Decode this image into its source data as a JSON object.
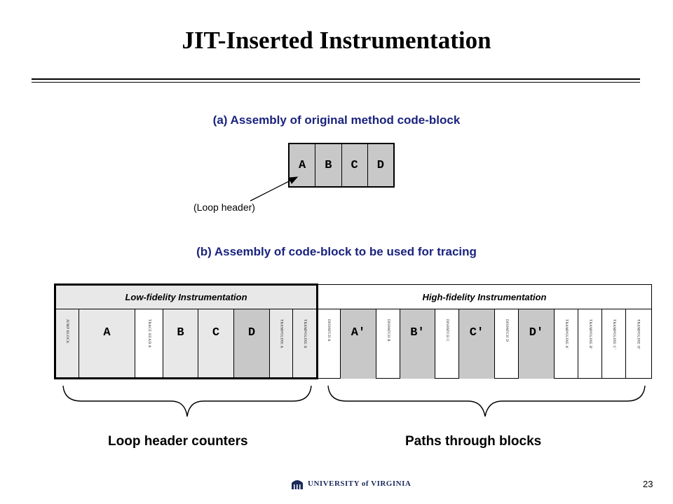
{
  "title": "JIT-Inserted  Instrumentation",
  "caption_a": "(a) Assembly of original method code-block",
  "caption_b": "(b) Assembly of code-block to be used for tracing",
  "original_blocks": [
    "A",
    "B",
    "C",
    "D"
  ],
  "loop_header_label": "(Loop header)",
  "low_fidelity_header": "Low-fidelity  Instrumentation",
  "high_fidelity_header": "High-fidelity  Instrumentation",
  "tracing_cells": [
    {
      "text": "JUMP BLOCK",
      "kind": "small"
    },
    {
      "text": "A",
      "kind": "big"
    },
    {
      "text": "TRACE HEAD A",
      "kind": "small"
    },
    {
      "text": "B",
      "kind": "big"
    },
    {
      "text": "C",
      "kind": "big"
    },
    {
      "text": "D",
      "kind": "big"
    },
    {
      "text": "TRAMPOLINE A",
      "kind": "small"
    },
    {
      "text": "TRAMPOLINE B",
      "kind": "small"
    },
    {
      "text": "DISPATCH A",
      "kind": "small"
    },
    {
      "text": "A′",
      "kind": "big"
    },
    {
      "text": "DISPATCH B",
      "kind": "small"
    },
    {
      "text": "B′",
      "kind": "big"
    },
    {
      "text": "DISPATCH C",
      "kind": "small"
    },
    {
      "text": "C′",
      "kind": "big"
    },
    {
      "text": "DISPATCH D",
      "kind": "small"
    },
    {
      "text": "D′",
      "kind": "big"
    },
    {
      "text": "TRAMPOLINE A′",
      "kind": "small"
    },
    {
      "text": "TRAMPOLINE B′",
      "kind": "small"
    },
    {
      "text": "TRAMPOLINE C′",
      "kind": "small"
    },
    {
      "text": "TRAMPOLINE D′",
      "kind": "small"
    }
  ],
  "label_left": "Loop header counters",
  "label_right": "Paths through blocks",
  "footer_text": "UNIVERSITY of VIRGINIA",
  "page_number": "23"
}
